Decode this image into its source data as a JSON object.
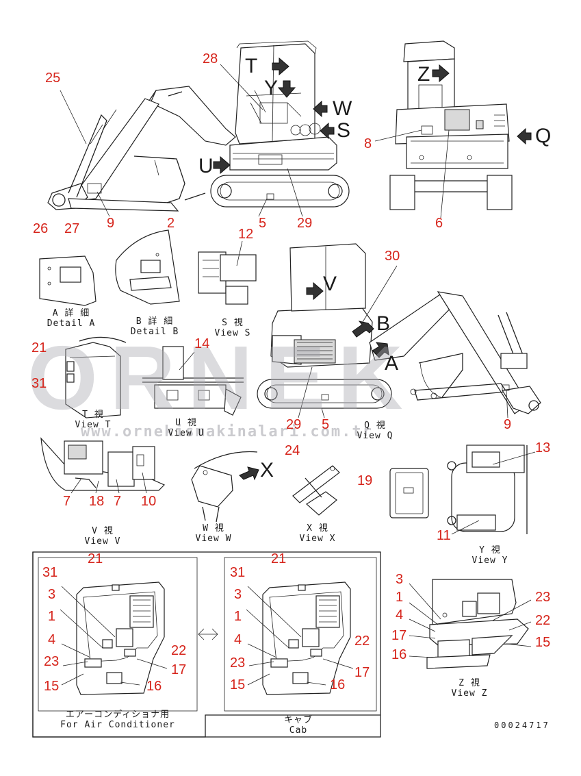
{
  "callouts": {
    "n25": "25",
    "n28": "28",
    "n8": "8",
    "n9a": "9",
    "n2": "2",
    "n5a": "5",
    "n29a": "29",
    "n6": "6",
    "n26": "26",
    "n27": "27",
    "n12": "12",
    "n30": "30",
    "n21a": "21",
    "n31a": "31",
    "n14": "14",
    "n29b": "29",
    "n5b": "5",
    "n9b": "9",
    "n24": "24",
    "n13": "13",
    "n19": "19",
    "n7a": "7",
    "n18": "18",
    "n7b": "7",
    "n10": "10",
    "n11": "11",
    "n21b": "21",
    "n31b": "31",
    "n3b": "3",
    "n1b": "1",
    "n4b": "4",
    "n23b": "23",
    "n15b": "15",
    "n16b": "16",
    "n22b": "22",
    "n17b": "17",
    "n21c": "21",
    "n31c": "31",
    "n3c": "3",
    "n1c": "1",
    "n4c": "4",
    "n23c": "23",
    "n15c": "15",
    "n16c": "16",
    "n22c": "22",
    "n17c": "17",
    "n3d": "3",
    "n1d": "1",
    "n4d": "4",
    "n17d": "17",
    "n16d": "16",
    "n23d": "23",
    "n22d": "22",
    "n15d": "15"
  },
  "view_letters": {
    "T": "T",
    "Y": "Y",
    "W": "W",
    "S": "S",
    "U": "U",
    "Z": "Z",
    "Q": "Q",
    "V": "V",
    "B": "B",
    "A": "A",
    "X": "X"
  },
  "captions": {
    "detail_a_jp": "A 詳 細",
    "detail_a_en": "Detail A",
    "detail_b_jp": "B 詳 細",
    "detail_b_en": "Detail B",
    "view_s_jp": "S 視",
    "view_s_en": "View S",
    "view_t_jp": "T 視",
    "view_t_en": "View T",
    "view_u_jp": "U 視",
    "view_u_en": "View U",
    "view_q_jp": "Q 視",
    "view_q_en": "View Q",
    "view_v_jp": "V 視",
    "view_v_en": "View V",
    "view_w_jp": "W 視",
    "view_w_en": "View W",
    "view_x_jp": "X 視",
    "view_x_en": "View X",
    "view_y_jp": "Y 視",
    "view_y_en": "View Y",
    "view_z_jp": "Z 視",
    "view_z_en": "View Z",
    "aircon_jp": "エアーコンディショナ用",
    "aircon_en": "For Air Conditioner",
    "cab_jp": "キャブ",
    "cab_en": "Cab"
  },
  "watermark": {
    "logo": "ORNEK",
    "url": "www.ornekismakinalari.com.tr"
  },
  "doc_number": "00024717",
  "colors": {
    "callout": "#d6241b",
    "line": "#222222",
    "watermark": "#aaaab0"
  },
  "icons": {
    "arrows": "black-arrow-icon",
    "swap": "double-arrow-icon"
  }
}
